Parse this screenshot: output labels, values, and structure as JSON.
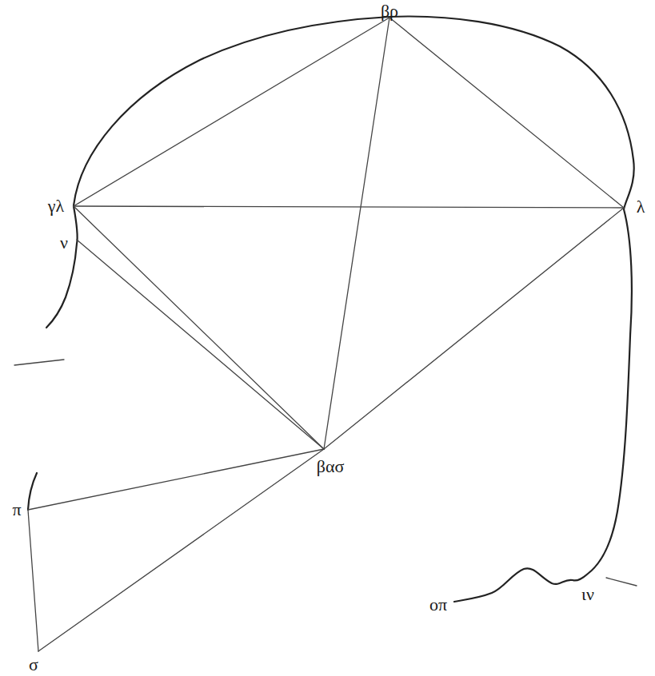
{
  "diagram": {
    "labels": [
      "βρ",
      "γλ",
      "λ",
      "ν",
      "ιν",
      "οπ",
      "βασ",
      "π",
      "σ"
    ]
  }
}
